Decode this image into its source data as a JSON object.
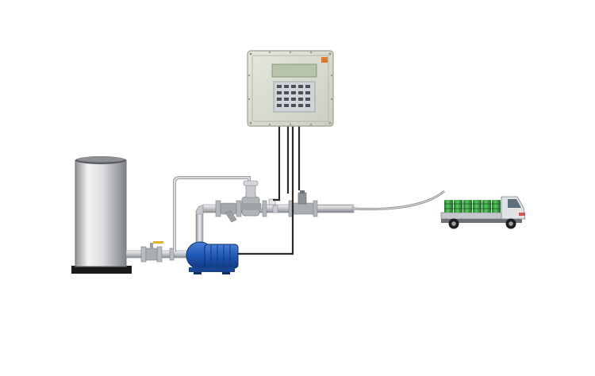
{
  "diagram": {
    "components": [
      {
        "id": "storage-tank",
        "icon": "cylindrical-tank"
      },
      {
        "id": "manual-valve",
        "icon": "gate-valve"
      },
      {
        "id": "centrifugal-pump",
        "icon": "motor-pump"
      },
      {
        "id": "y-strainer",
        "icon": "y-strainer"
      },
      {
        "id": "control-valve",
        "icon": "actuated-valve"
      },
      {
        "id": "flow-meter",
        "icon": "flow-meter"
      },
      {
        "id": "batch-controller",
        "icon": "control-cabinet"
      },
      {
        "id": "delivery-hose",
        "icon": "hose"
      },
      {
        "id": "drum-truck",
        "icon": "truck"
      }
    ],
    "colors": {
      "pump": "#1f57b5",
      "cabinet": "#d7dccf",
      "display": "#b8c3ad",
      "keypad": "#cfd4d8",
      "drums": "#2fa13a",
      "truck_cab": "#dfe3e6",
      "pipe": "#c8ccd0",
      "wire": "#2a2a2a"
    }
  }
}
